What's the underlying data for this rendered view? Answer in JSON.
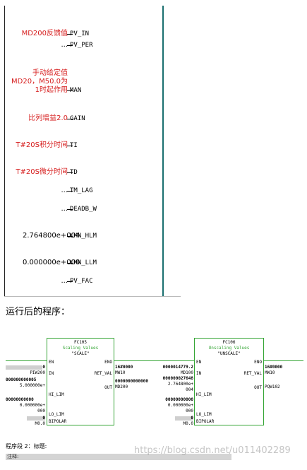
{
  "pid_inputs": [
    {
      "value": "MD200反馈值",
      "pin": "PV_IN",
      "red": true
    },
    {
      "value": "...",
      "pin": "PV_PER",
      "red": false
    },
    {
      "value": "手动给定值MD20，M50.0为1时起作用",
      "pin": "MAN",
      "red": true
    },
    {
      "value": "比列增益2.0",
      "pin": "GAIN",
      "red": true
    },
    {
      "value": "T#20S积分时间",
      "pin": "TI",
      "red": true
    },
    {
      "value": "T#20S微分时间",
      "pin": "TD",
      "red": true
    },
    {
      "value": "...",
      "pin": "TM_LAG",
      "red": false
    },
    {
      "value": "...",
      "pin": "DEADB_W",
      "red": false
    },
    {
      "value": "2.764800e+004",
      "pin": "LMN_HLM",
      "red": false
    },
    {
      "value": "0.000000e+000",
      "pin": "LMN_LLM",
      "red": false
    },
    {
      "value": "...",
      "pin": "PV_FAC",
      "red": false
    }
  ],
  "caption": "运行后的程序：",
  "fc105": {
    "number": "FC105",
    "title": "Scaling Values",
    "symbol": "\"SCALE\"",
    "pins_in": [
      "EN",
      "IN",
      "HI_LIM",
      "LO_LIM",
      "BIPOLAR"
    ],
    "pins_out": [
      "ENO",
      "RET_VAL",
      "OUT"
    ],
    "en_value": "0",
    "in_addr": "PIW200",
    "hi_val": "000000000005",
    "hi_text": "5.000000e+",
    "lo_val": "00000000000",
    "lo_text": "0.000000e+",
    "lo_suffix": "000",
    "bipolar_val": "0",
    "bipolar_addr": "M0.0",
    "retval_val": "16#0000",
    "retval_addr": "MW10",
    "out_val": "0000000000000",
    "out_addr": "MD200"
  },
  "fc106": {
    "number": "FC106",
    "title": "Unscaling Values",
    "symbol": "\"UNSCALE\"",
    "pins_in": [
      "EN",
      "IN",
      "HI_LIM",
      "LO_LIM",
      "BIPOLAR"
    ],
    "pins_out": [
      "ENO",
      "RET_VAL",
      "OUT"
    ],
    "in_val": "0000014779.2",
    "in_addr": "MD100",
    "in_val2": "000000027648",
    "hi_text": "2.764800e+",
    "hi_suffix": "004",
    "lo_val": "00000000000",
    "lo_text": "0.000000e+",
    "lo_suffix": "000",
    "bipolar_val": "0",
    "bipolar_addr": "M0.0",
    "retval_val": "16#0000",
    "retval_addr": "MW10",
    "out_addr": "PQW102"
  },
  "footer": {
    "label": "程序段 2：标题:",
    "row2": "注释:"
  },
  "watermark": "https://blog.csdn.net/u011402289",
  "colors": {
    "accent_green": "#35a535",
    "red_text": "#d61c1c",
    "rail_teal": "#1a6f6f"
  }
}
